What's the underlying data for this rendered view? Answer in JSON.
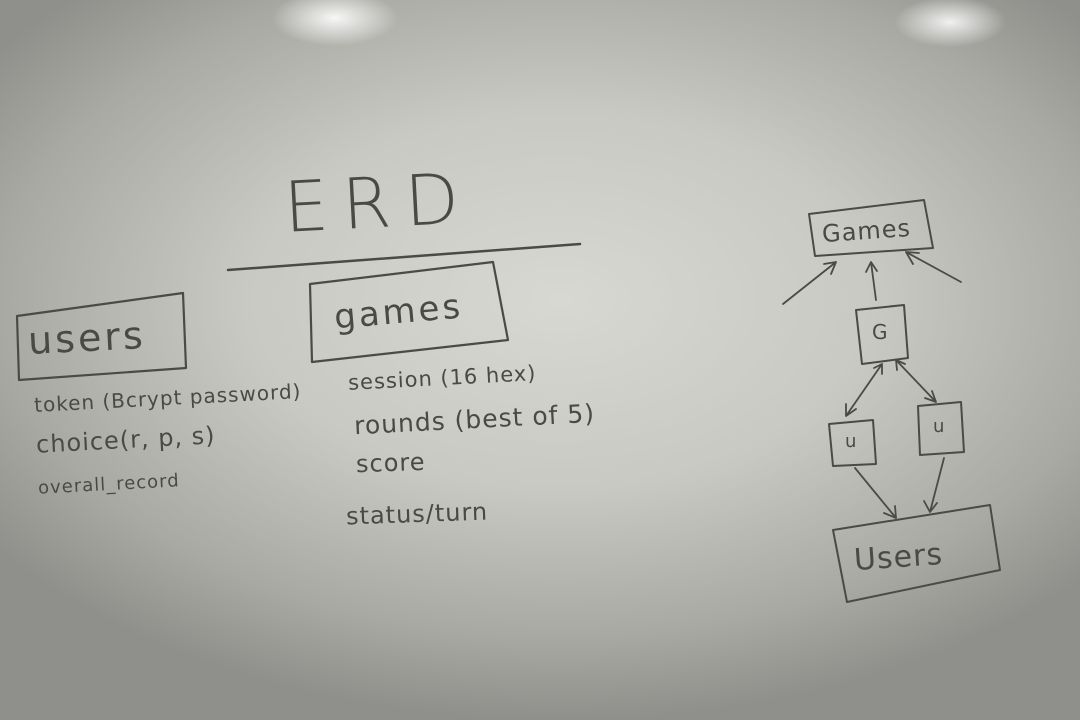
{
  "title": "ERD",
  "users_table": {
    "name": "users",
    "fields": [
      "token (Bcrypt password)",
      "choice(r, p, s)",
      "overall_record"
    ]
  },
  "games_table": {
    "name": "games",
    "fields": [
      "session (16 hex)",
      "rounds (best of 5)",
      "score",
      "status/turn"
    ]
  },
  "relation_diagram": {
    "top_entity": "Games",
    "middle_node": "G",
    "left_node": "u",
    "right_node": "u",
    "bottom_entity": "Users"
  },
  "colors": {
    "ink": "#4a4a47",
    "board": "#cfcfca"
  }
}
